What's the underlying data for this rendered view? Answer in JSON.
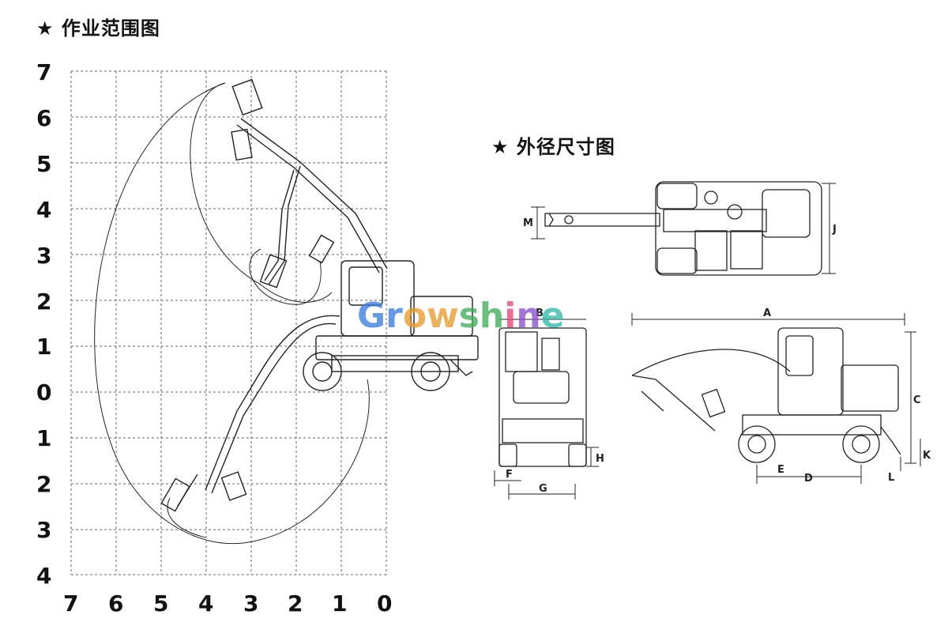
{
  "titles": {
    "working_range": "★ 作业范围图",
    "outline_dimensions": "★ 外径尺寸图"
  },
  "range_chart": {
    "y_tick_labels": [
      "7",
      "6",
      "5",
      "4",
      "3",
      "2",
      "1",
      "0",
      "1",
      "2",
      "3",
      "4"
    ],
    "x_tick_labels": [
      "7",
      "6",
      "5",
      "4",
      "3",
      "2",
      "1",
      "0"
    ],
    "grid": true
  },
  "dimension_letters": {
    "A": "A",
    "B": "B",
    "C": "C",
    "D": "D",
    "E": "E",
    "F": "F",
    "G": "G",
    "H": "H",
    "J": "J",
    "K": "K",
    "L": "L",
    "M": "M"
  },
  "watermark": {
    "letters": [
      "G",
      "r",
      "o",
      "w",
      "s",
      "h",
      "i",
      "n",
      "e"
    ],
    "colors": [
      "#3b7de0",
      "#3b7de0",
      "#e89a2b",
      "#e89a2b",
      "#3fae5b",
      "#3fae5b",
      "#e44a7a",
      "#8a4fd1",
      "#2fb8a8"
    ]
  }
}
